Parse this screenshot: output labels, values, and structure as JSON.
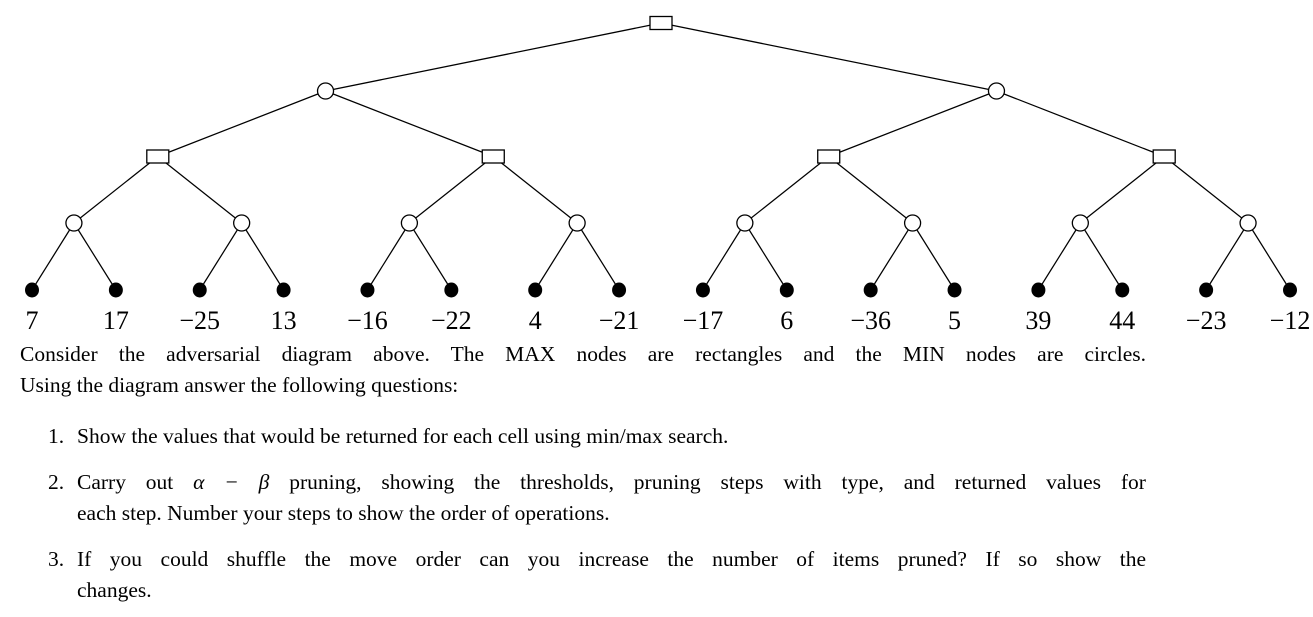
{
  "page": {
    "background_color": "#ffffff",
    "ink_color": "#000000"
  },
  "diagram": {
    "type": "adversarial-game-tree",
    "node_shapes": {
      "max_node": "rectangle",
      "min_node": "circle",
      "terminal_node": "filled-circle"
    },
    "levels": [
      "MAX",
      "MIN",
      "MAX",
      "MIN",
      "terminal"
    ],
    "leaf_values": [
      7,
      17,
      -25,
      13,
      -16,
      -22,
      4,
      -21,
      -17,
      6,
      -36,
      5,
      39,
      44,
      -23,
      -12
    ],
    "leaf_labels": [
      "7",
      "17",
      "−25",
      "13",
      "−16",
      "−22",
      "4",
      "−21",
      "−17",
      "6",
      "−36",
      "5",
      "39",
      "44",
      "−23",
      "−12"
    ]
  },
  "text": {
    "intro": {
      "line1": "Consider the adversarial diagram above.  The MAX nodes are rectangles and the MIN nodes are circles.",
      "line2": "Using the diagram answer the following questions:"
    },
    "items": [
      {
        "number": "1.",
        "line1": "Show the values that would be returned for each cell using min/max search."
      },
      {
        "number": "2.",
        "line1_pre": "Carry out ",
        "line1_math": "α − β",
        "line1_post": " pruning, showing the thresholds, pruning steps with type, and returned values for",
        "line2": "each step.  Number your steps to show the order of operations."
      },
      {
        "number": "3.",
        "line1": "If you could shuffle the move order can you increase the number of items pruned?  If so show the",
        "line2": "changes."
      }
    ]
  }
}
